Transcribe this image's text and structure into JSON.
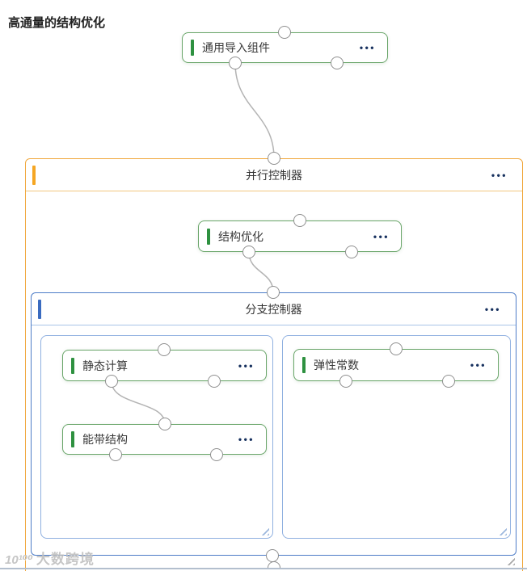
{
  "page": {
    "title": "高通量的结构优化"
  },
  "menu_dots": "•••",
  "nodes": {
    "generic_import": {
      "label": "通用导入组件"
    },
    "structure_opt": {
      "label": "结构优化"
    },
    "static_calc": {
      "label": "静态计算"
    },
    "band_structure": {
      "label": "能带结构"
    },
    "elastic_const": {
      "label": "弹性常数"
    }
  },
  "containers": {
    "parallel": {
      "label": "并行控制器"
    },
    "branch": {
      "label": "分支控制器"
    }
  },
  "edges": [
    {
      "from": "generic_import.bottom-left",
      "to": "parallel.top"
    },
    {
      "from": "structure_opt.bottom-left",
      "to": "branch.top"
    },
    {
      "from": "static_calc.bottom-left",
      "to": "band_structure.top"
    }
  ],
  "colors": {
    "node_accent": "#2e9140",
    "node_border": "#69a569",
    "parallel_accent": "#f5a623",
    "parallel_border": "#f0a73c",
    "branch_accent": "#3a6bc0",
    "branch_border": "#4d7cc7",
    "panel_border": "#8fb0e0",
    "edge": "#b3b3b3",
    "menu_dots": "#16305e"
  },
  "watermark": {
    "logo": "10¹⁰⁰",
    "label": "大数跨境"
  }
}
